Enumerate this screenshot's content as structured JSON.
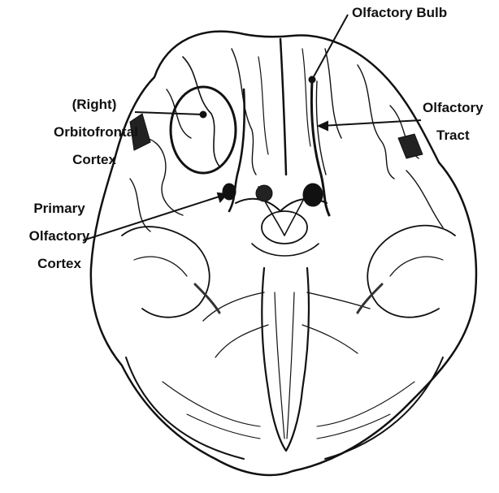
{
  "figure": {
    "labels": {
      "olfactory_bulb": "Olfactory Bulb",
      "olfactory_tract_line1": "Olfactory",
      "olfactory_tract_line2": "Tract",
      "ofc_line1": "(Right)",
      "ofc_line2": "Orbitofrontal",
      "ofc_line3": "Cortex",
      "poc_line1": "Primary",
      "poc_line2": "Olfactory",
      "poc_line3": "Cortex"
    },
    "colors": {
      "ink": "#111111",
      "background": "#ffffff"
    }
  }
}
